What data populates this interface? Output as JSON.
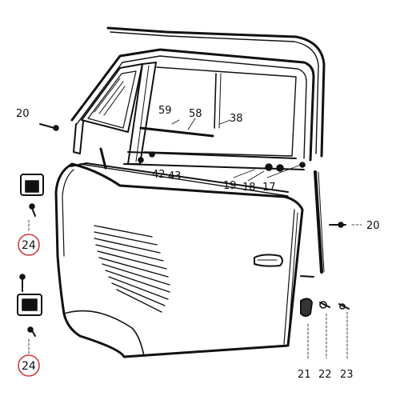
{
  "diagram": {
    "labels": {
      "p20_left": "20",
      "p20_right": "20",
      "p59": "59",
      "p58": "58",
      "p38": "38",
      "p42": "42",
      "p43": "43",
      "p19": "19",
      "p18": "18",
      "p17": "17",
      "p24_upper": "24",
      "p24_lower": "24",
      "p21": "21",
      "p22": "22",
      "p23": "23"
    },
    "highlight_color": "#d23b3b"
  }
}
